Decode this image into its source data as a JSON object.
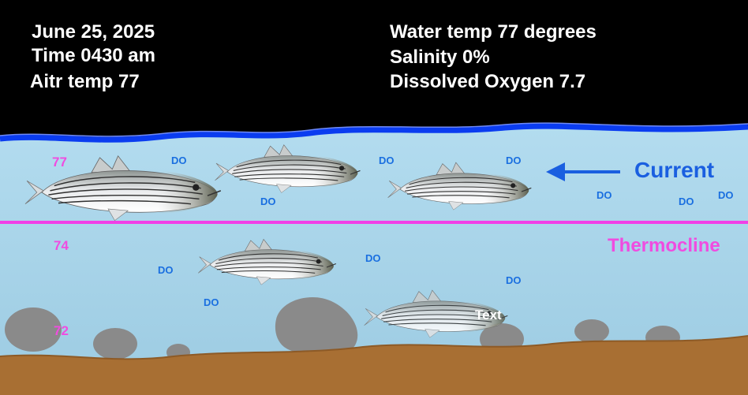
{
  "conditions": {
    "date": "June 25, 2025",
    "time": "Time 0430 am",
    "air_temp": "Aitr temp 77",
    "water_temp": "Water temp 77 degrees",
    "salinity": "Salinity 0%",
    "dissolved_oxygen": "Dissolved Oxygen 7.7"
  },
  "labels": {
    "current": "Current",
    "thermocline": "Thermocline",
    "fish_text": "Text",
    "do_marker": "DO"
  },
  "depth_temps": {
    "surface": "77",
    "middle": "74",
    "bottom": "72"
  },
  "colors": {
    "sky": "#000000",
    "water": "#a9d5ea",
    "surface_line": "#0a3cf0",
    "thermocline": "#f040e6",
    "current_arrow": "#1a5fe0",
    "do_text": "#1a6fe0",
    "bottom": "#a86f33",
    "rocks": "#8a8a8a"
  }
}
